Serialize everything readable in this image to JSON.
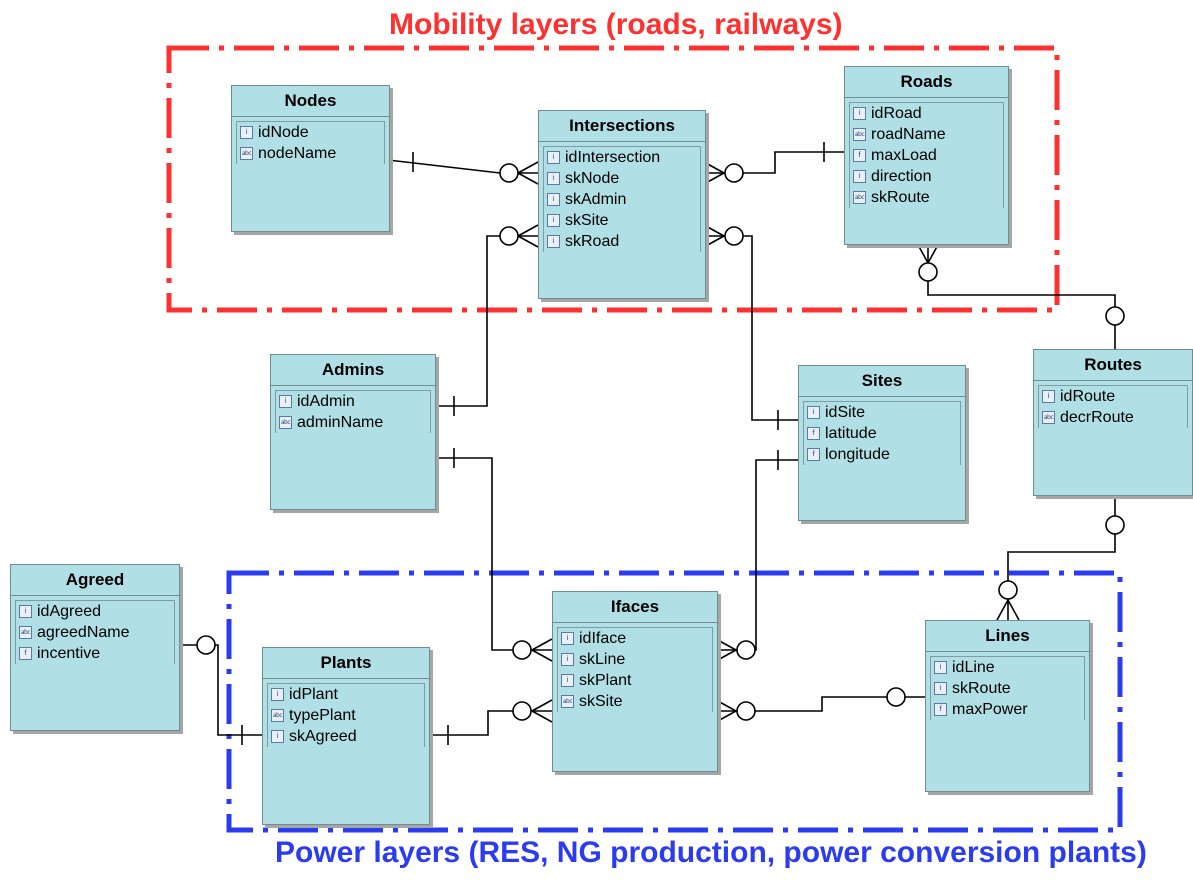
{
  "layers": {
    "mobility": {
      "title": "Mobility layers (roads, railways)",
      "color": "#ff3030"
    },
    "power": {
      "title": "Power layers (RES, NG production, power conversion plants)",
      "color": "#2b3cf0"
    }
  },
  "icons": {
    "int": "i",
    "abc": "abc",
    "float": "f"
  },
  "entities": {
    "nodes": {
      "title": "Nodes",
      "fields": [
        {
          "name": "idNode",
          "icon": "int"
        },
        {
          "name": "nodeName",
          "icon": "abc"
        }
      ]
    },
    "intersections": {
      "title": "Intersections",
      "fields": [
        {
          "name": "idIntersection",
          "icon": "int"
        },
        {
          "name": "skNode",
          "icon": "int"
        },
        {
          "name": "skAdmin",
          "icon": "int"
        },
        {
          "name": "skSite",
          "icon": "int"
        },
        {
          "name": "skRoad",
          "icon": "int"
        }
      ]
    },
    "roads": {
      "title": "Roads",
      "fields": [
        {
          "name": "idRoad",
          "icon": "int"
        },
        {
          "name": "roadName",
          "icon": "abc"
        },
        {
          "name": "maxLoad",
          "icon": "float"
        },
        {
          "name": "direction",
          "icon": "int"
        },
        {
          "name": "skRoute",
          "icon": "abc"
        }
      ]
    },
    "admins": {
      "title": "Admins",
      "fields": [
        {
          "name": "idAdmin",
          "icon": "int"
        },
        {
          "name": "adminName",
          "icon": "abc"
        }
      ]
    },
    "sites": {
      "title": "Sites",
      "fields": [
        {
          "name": "idSite",
          "icon": "int"
        },
        {
          "name": "latitude",
          "icon": "float"
        },
        {
          "name": "longitude",
          "icon": "float"
        }
      ]
    },
    "routes": {
      "title": "Routes",
      "fields": [
        {
          "name": "idRoute",
          "icon": "int"
        },
        {
          "name": "decrRoute",
          "icon": "abc"
        }
      ]
    },
    "agreed": {
      "title": "Agreed",
      "fields": [
        {
          "name": "idAgreed",
          "icon": "int"
        },
        {
          "name": "agreedName",
          "icon": "abc"
        },
        {
          "name": "incentive",
          "icon": "float"
        }
      ]
    },
    "plants": {
      "title": "Plants",
      "fields": [
        {
          "name": "idPlant",
          "icon": "int"
        },
        {
          "name": "typePlant",
          "icon": "abc"
        },
        {
          "name": "skAgreed",
          "icon": "int"
        }
      ]
    },
    "ifaces": {
      "title": "Ifaces",
      "fields": [
        {
          "name": "idIface",
          "icon": "int"
        },
        {
          "name": "skLine",
          "icon": "int"
        },
        {
          "name": "skPlant",
          "icon": "int"
        },
        {
          "name": "skSite",
          "icon": "abc"
        }
      ]
    },
    "lines": {
      "title": "Lines",
      "fields": [
        {
          "name": "idLine",
          "icon": "int"
        },
        {
          "name": "skRoute",
          "icon": "int"
        },
        {
          "name": "maxPower",
          "icon": "float"
        }
      ]
    }
  },
  "relationships": [
    {
      "from": "nodes.idNode",
      "to": "intersections.skNode",
      "cardinality": "one-to-zero-or-many"
    },
    {
      "from": "roads.idRoad",
      "to": "intersections.skRoad",
      "cardinality": "one-to-zero-or-many"
    },
    {
      "from": "admins.idAdmin",
      "to": "intersections.skAdmin",
      "cardinality": "one-to-zero-or-many"
    },
    {
      "from": "sites.idSite",
      "to": "intersections.skSite",
      "cardinality": "one-to-zero-or-many"
    },
    {
      "from": "routes.idRoute",
      "to": "roads.skRoute",
      "cardinality": "zero-or-one-to-many"
    },
    {
      "from": "routes.idRoute",
      "to": "lines.skRoute",
      "cardinality": "zero-or-one-to-many"
    },
    {
      "from": "admins.idAdmin",
      "to": "ifaces",
      "cardinality": "one-to-zero-or-many"
    },
    {
      "from": "sites.idSite",
      "to": "ifaces.skSite",
      "cardinality": "one-to-zero-or-many"
    },
    {
      "from": "plants.idPlant",
      "to": "ifaces.skPlant",
      "cardinality": "one-to-zero-or-many"
    },
    {
      "from": "lines.idLine",
      "to": "ifaces.skLine",
      "cardinality": "zero-or-one-to-many"
    },
    {
      "from": "agreed.idAgreed",
      "to": "plants.skAgreed",
      "cardinality": "zero-or-one-to-one"
    }
  ]
}
